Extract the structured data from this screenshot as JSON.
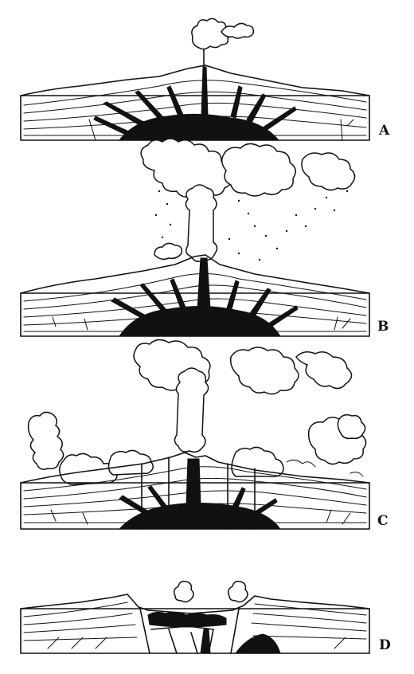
{
  "figure": {
    "panels": [
      {
        "id": "A",
        "label": "A"
      },
      {
        "id": "B",
        "label": "B"
      },
      {
        "id": "C",
        "label": "C"
      },
      {
        "id": "D",
        "label": "D"
      }
    ],
    "colors": {
      "ink": "#111111",
      "paper": "#ffffff"
    }
  }
}
